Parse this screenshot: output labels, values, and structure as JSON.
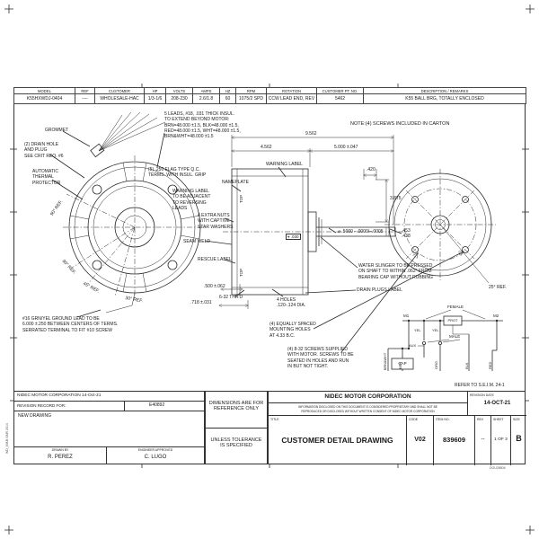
{
  "spec_table": {
    "headers": [
      "MODEL",
      "REF",
      "CUSTOMER",
      "HP",
      "VOLTS",
      "AMPS",
      "HZ",
      "RPM",
      "ROTATION",
      "CUSTOMER PT. NO.",
      "DESCRIPTION / REMARKS"
    ],
    "row": [
      "K55HXWDJ-0404",
      "----",
      "WHOLESALE-HAC",
      "1/3-1/6",
      "208-230",
      "2.6/1.8",
      "60",
      "1075/2 SPD",
      "CCW LEAD END, REV",
      "5462",
      "K55 BALL BRG, TOTALLY ENCLOSED"
    ]
  },
  "notes": {
    "carton": "NOTE:(4) SCREWS INCLUDED IN CARTON",
    "grommet": "GROMMET",
    "leads": "5 LEADS, #18, .031 THICK INSUL.\nTO EXTEND BEYOND MOTOR:\nBRN=48.000 ±1.5, BLK=48.000 ±1.5,\nRED=48.000 ±1.5, WHT=48.000 ±1.5,\nBRN&WHT=48.000 ±1.5",
    "drain_hole": "(2) DRAIN HOLE\nAND PLUG\nSEE CRIT REQ. #6",
    "thermal": "AUTOMATIC\nTHERMAL\nPROTECTOR",
    "qc_terms": "(5) .250 FLAG TYPE Q.C.\nTERMS. WITH INSUL. GRIP",
    "warning_label": "WARNING LABEL",
    "nameplate": "NAMEPLATE",
    "warning_adjacent": "WARNING LABEL\nTO BE ADJACENT\nTO REVERSING\nLEADS",
    "extra_nuts": "4 EXTRA NUTS\nWITH CAPTIVE\nSTAR WASHERS",
    "seam_weld": "SEAM WELD",
    "rescue_label": "RESCUE LABEL",
    "water_slinger": "WATER SLINGER TO BE PRESSED\nON SHAFT TO WITHIN .062\" FROM\nBEARING CAP WITHOUT RUBBING",
    "drain_plugs": "DRAIN PLUGS LABEL",
    "ground_lead": "#16 GRN/YEL GROUND LEAD TO BE\n6.000 ±.250 BETWEEN CENTERS OF TERMS.\nSERRATED TERMINAL TO FIT #10 SCREW",
    "mounting_holes": "(4) EQUALLY SPACED\nMOUNTING HOLES\nAT 4.33 B.C.",
    "screws_supplied": "(4) 8-32 SCREWS SUPPLIED\nWITH MOTOR. SCREWS TO BE\nSEATED IN HOLES AND RUN\nIN BUT NOT TIGHT.",
    "four_holes": "4 HOLES\n.120-.124 DIA.",
    "thrd": "6-32 THR'D",
    "refer": "REFER TO S.E.I.M. 24-1",
    "top": "TOP",
    "fcf": "⌖ .030"
  },
  "dims": {
    "overall": "9.562",
    "body": "4.562",
    "shaft_ext": "5.000 ±.047",
    "d420": ".420",
    "d3875": "3.875",
    "shaft_dia": "⌀ .5000 −.0000/−.0005",
    "groove": ".453\n.438",
    "ref25": "25° REF.",
    "d500": ".500 ±.062",
    "d718": ".718 ±.031",
    "ref90": "90° REF.",
    "ref45": "45° REF.",
    "ref30": "30° REF."
  },
  "wiring": {
    "female": "FEMALE",
    "m1": "M1",
    "m2": "M2",
    "prot": "PROT",
    "yel": "YEL",
    "male": "MALE",
    "aux": "AUX",
    "org": "ORG",
    "cap": "CAP",
    "brnwht": "BRN&WHT",
    "brn": "BRN",
    "blk": "BLK",
    "red": "RED"
  },
  "revision_block": {
    "company_date": "NIDEC MOTOR CORPORATION 14-Oct-21",
    "record_label": "REVISION RECORD FOR:",
    "record_number": "E40892",
    "entry": "NEW DRAWING",
    "drawn_label": "DRAWN BY",
    "drawn_name": "R. PEREZ",
    "approved_label": "ENGINEER APPROVED",
    "approved_name": "C. LUGO"
  },
  "dim_note_block": {
    "line1": "DIMENSIONS ARE FOR\nREFERENCE ONLY",
    "line2": "UNLESS TOLERANCE\nIS SPECIFIED"
  },
  "title_block": {
    "company": "NIDEC MOTOR CORPORATION",
    "proprietary": "INFORMATION DISCLOSED ON THIS DOCUMENT IS CONSIDERED PROPRIETARY AND SHALL NOT BE\nREPRODUCED OR DISCLOSED WITHOUT WRITTEN CONSENT OF NIDEC MOTOR CORPORATION",
    "title_label": "TITLE",
    "title": "CUSTOMER DETAIL DRAWING",
    "code_label": "CODE",
    "code": "V02",
    "item_label": "ITEM NO.",
    "item": "839609",
    "rev_label": "REV",
    "rev": "--",
    "sheet_label": "SHEET",
    "sheet": "1 OF 3",
    "size_label": "SIZE",
    "size": "B",
    "revdate_label": "REVISION DATE",
    "revdate": "14-OCT-21"
  },
  "edge": {
    "left_vertical": "WD_84KB GNR 2014",
    "corner_code": "DOU28506"
  }
}
